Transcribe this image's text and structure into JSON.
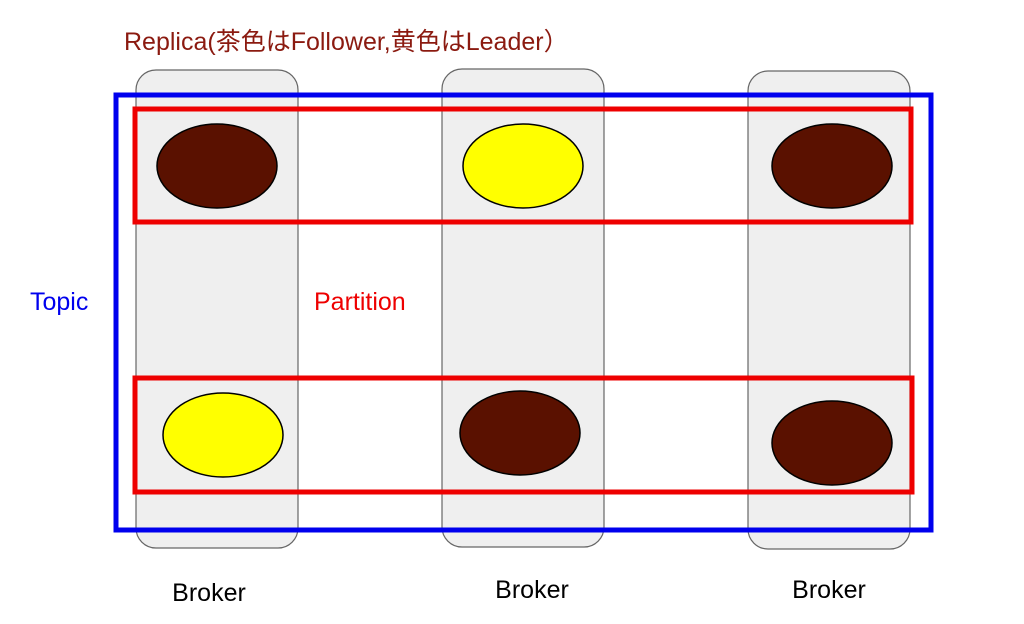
{
  "title": "Replica(茶色はFollower,黄色はLeader）",
  "topic_label": "Topic",
  "partition_label": "Partition",
  "brokers": [
    {
      "label": "Broker"
    },
    {
      "label": "Broker"
    },
    {
      "label": "Broker"
    }
  ],
  "partitions": [
    {
      "replicas": [
        "follower",
        "leader",
        "follower"
      ]
    },
    {
      "replicas": [
        "leader",
        "follower",
        "follower"
      ]
    }
  ],
  "colors": {
    "title": "#8b1a10",
    "topic": "#0000ee",
    "partition": "#ee0000",
    "broker_fill": "#efefef",
    "broker_stroke": "#666666",
    "follower": "#5a1100",
    "leader": "#ffff00",
    "replica_stroke": "#000000"
  }
}
